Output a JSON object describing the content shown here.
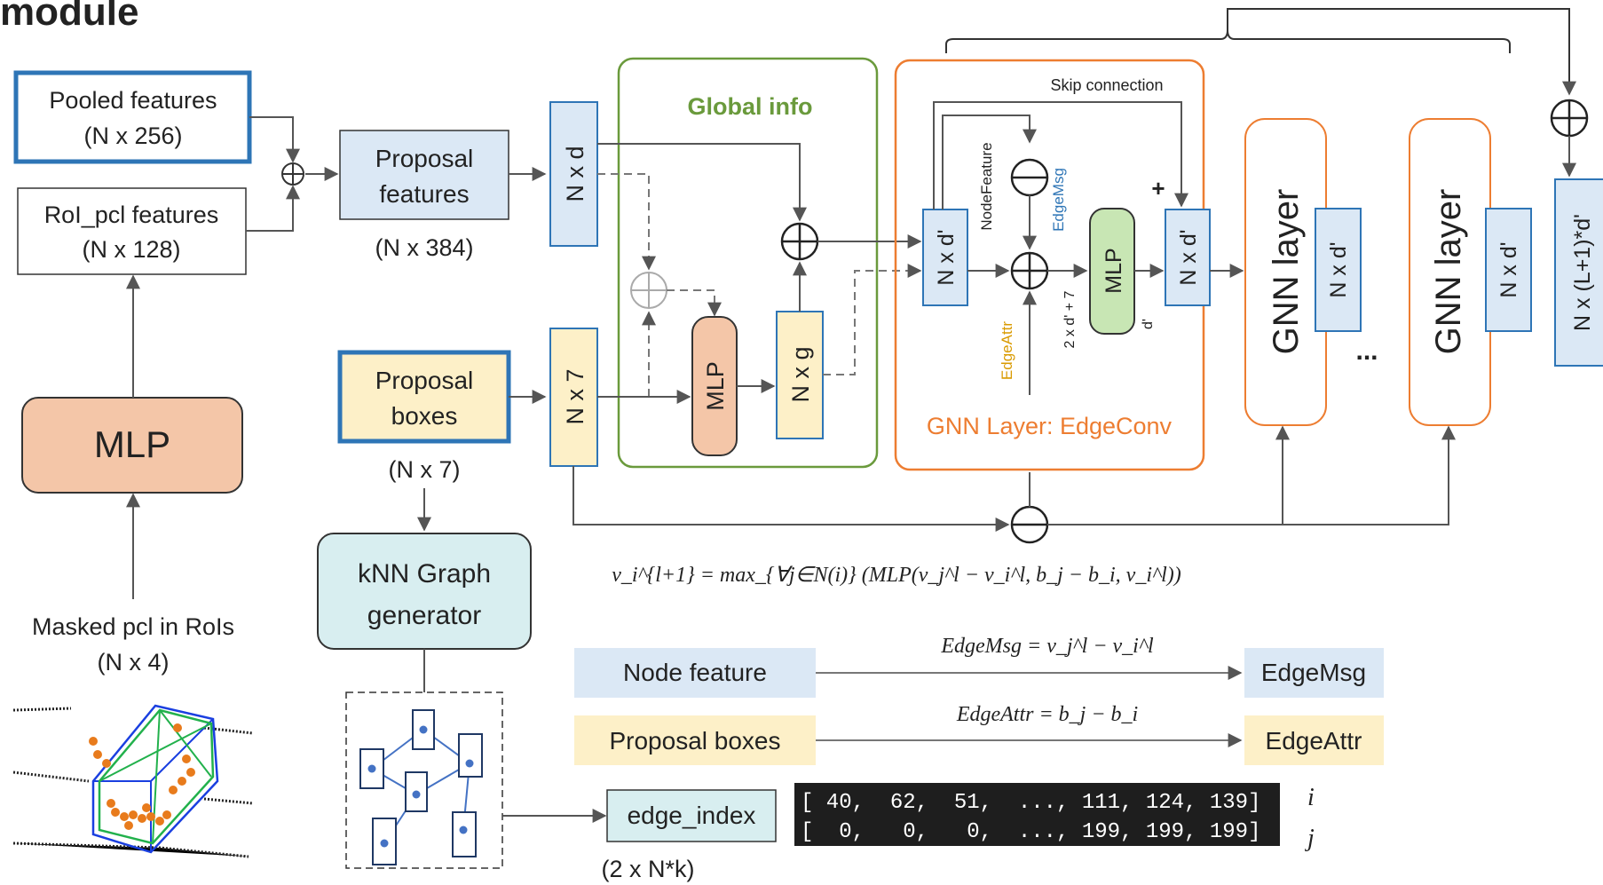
{
  "header": {
    "title": "module"
  },
  "inputs": {
    "pooled_label": "Pooled features",
    "pooled_dim": "(N x 256)",
    "roi_label": "RoI_pcl features",
    "roi_dim": "(N x 128)",
    "mlp_label": "MLP",
    "masked_label": "Masked pcl in RoIs",
    "masked_dim": "(N x 4)"
  },
  "proposal": {
    "features_line1": "Proposal",
    "features_line2": "features",
    "features_dim": "(N x 384)",
    "boxes_line1": "Proposal",
    "boxes_line2": "boxes",
    "boxes_dim": "(N x 7)"
  },
  "tensors": {
    "nxd": "N x d",
    "nx7": "N x 7",
    "nxg": "N x g",
    "nxdp": "N x d'",
    "out": "N x (L+1)*d'"
  },
  "global_info": {
    "title": "Global info",
    "mlp": "MLP"
  },
  "gnn": {
    "title": "GNN Layer: EdgeConv",
    "skip": "Skip connection",
    "node_feature": "NodeFeature",
    "edge_msg": "EdgeMsg",
    "edge_attr": "EdgeAttr",
    "dim_in": "2 x d' + 7",
    "dim_out": "d'",
    "plus": "+",
    "mlp": "MLP",
    "layer": "GNN layer",
    "ellipsis": "..."
  },
  "formula": "v_i^{l+1} = max_{∀j∈N(i)} (MLP(v_j^l − v_i^l, b_j − b_i, v_i^l))",
  "knn": {
    "line1": "kNN Graph",
    "line2": "generator"
  },
  "legend": {
    "node_feature": "Node feature",
    "edgemsg_formula": "EdgeMsg = v_j^l − v_i^l",
    "edgemsg": "EdgeMsg",
    "proposal_boxes": "Proposal boxes",
    "edgeattr_formula": "EdgeAttr = b_j − b_i",
    "edgeattr": "EdgeAttr"
  },
  "edge_index": {
    "label": "edge_index",
    "dim": "(2 x N*k)",
    "row_i": "[ 40,  62,  51,  ..., 111, 124, 139]",
    "row_j": "[  0,   0,   0,  ..., 199, 199, 199]",
    "i_label": "i",
    "j_label": "j"
  },
  "colors": {
    "blue_fill": "#dbe8f5",
    "blue_border": "#2e75b6",
    "yellow_fill": "#fdf0c8",
    "orange_mlp": "#f4c6a8",
    "green_mlp": "#c8e6b4",
    "green_border": "#6a9a3c",
    "orange_border": "#ed7d31",
    "knn_fill": "#d8eef0",
    "code_bg": "#1e1e1e"
  }
}
